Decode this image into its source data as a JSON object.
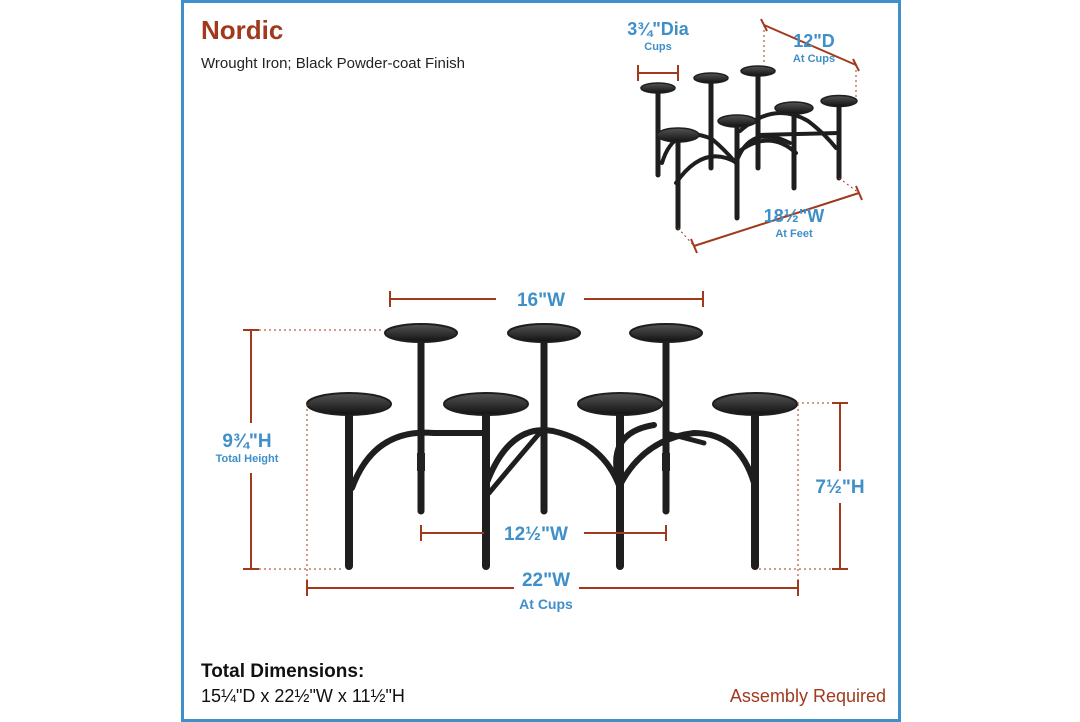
{
  "product": {
    "title": "Nordic",
    "subtitle": "Wrought Iron; Black Powder-coat Finish"
  },
  "inset_dimensions": {
    "cup_diameter": {
      "value": "3¾\"Dia",
      "note": "Cups"
    },
    "depth": {
      "value": "12\"D",
      "note": "At Cups"
    },
    "feet_width": {
      "value": "18½\"W",
      "note": "At Feet"
    }
  },
  "main_dimensions": {
    "top_width": {
      "value": "16\"W"
    },
    "total_height": {
      "value": "9¾\"H",
      "note": "Total Height"
    },
    "side_height": {
      "value": "7½\"H"
    },
    "inner_width": {
      "value": "12½\"W"
    },
    "cups_width": {
      "value": "22\"W",
      "note": "At Cups"
    }
  },
  "totals": {
    "label": "Total Dimensions:",
    "value": "15¼\"D x 22½\"W x 11½\"H"
  },
  "footer": {
    "assembly": "Assembly Required"
  },
  "colors": {
    "border": "#3f8fc8",
    "dimension_text": "#3f8fc8",
    "dimension_line": "#a13a1d",
    "title": "#a13a1d",
    "iron": "#222222"
  }
}
